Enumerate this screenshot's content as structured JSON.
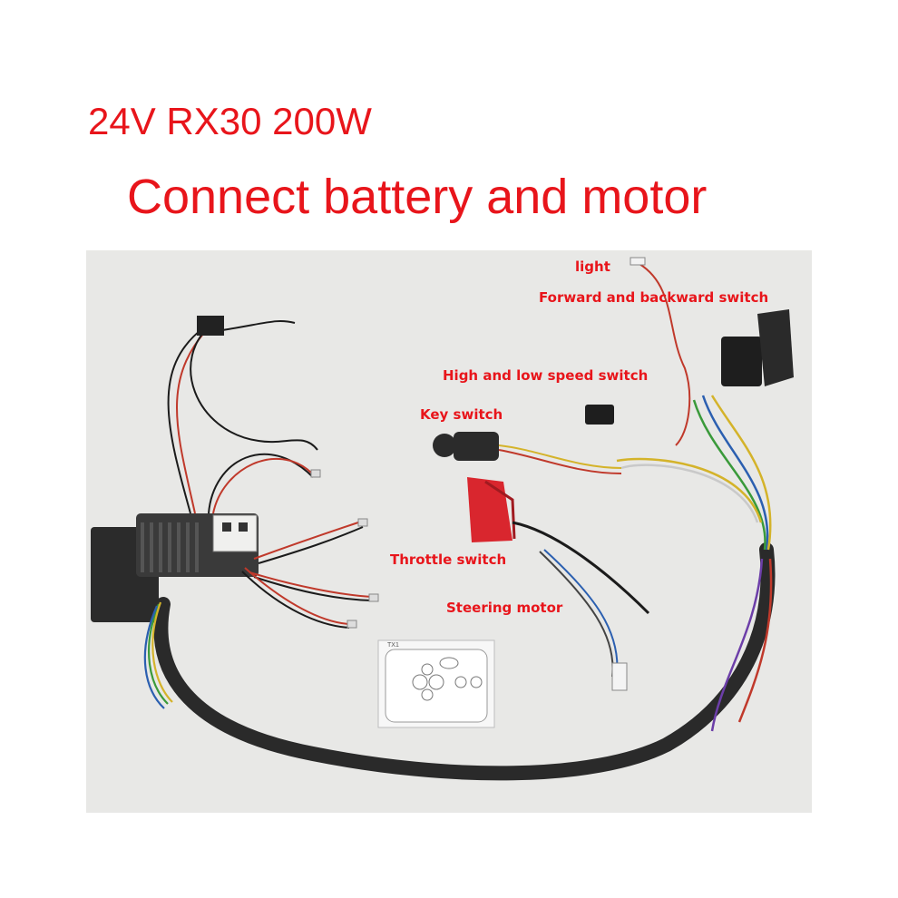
{
  "header": {
    "spec": "24V RX30 200W",
    "title": "Connect battery and motor"
  },
  "labels": {
    "light": "light",
    "forward_backward_switch": "Forward and backward switch",
    "high_low_speed_switch": "High and low speed switch",
    "key_switch": "Key switch",
    "throttle_switch": "Throttle switch",
    "steering_motor": "Steering motor"
  },
  "remote": {
    "model": "TX1"
  },
  "colors": {
    "label_red": "#e8151b",
    "photo_background": "#e8e8e6"
  }
}
